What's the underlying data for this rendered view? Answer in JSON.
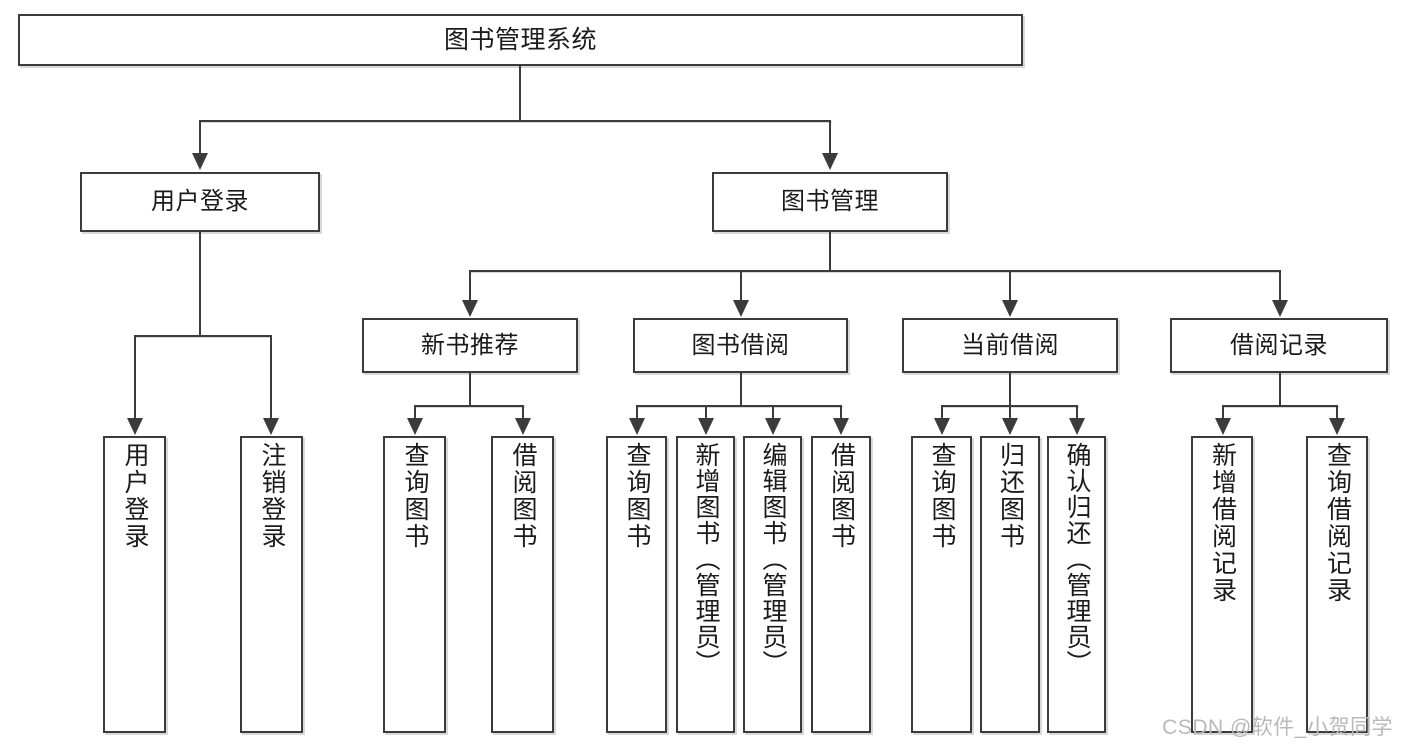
{
  "diagram": {
    "type": "tree",
    "title": "图书管理系统",
    "watermark": "CSDN @软件_小贺同学",
    "colors": {
      "border": "#3b3b3b",
      "fill": "#ffffff",
      "shadow": "#d8d8d8",
      "text": "#1b1b1b",
      "watermark": "#b9b9b9"
    },
    "root": {
      "label": "图书管理系统"
    },
    "level2": [
      {
        "label": "用户登录"
      },
      {
        "label": "图书管理"
      }
    ],
    "level3": [
      {
        "label": "新书推荐"
      },
      {
        "label": "图书借阅"
      },
      {
        "label": "当前借阅"
      },
      {
        "label": "借阅记录"
      }
    ],
    "leaves": {
      "user_login": [
        {
          "label": "用户登录"
        },
        {
          "label": "注销登录"
        }
      ],
      "new_book_recommend": [
        {
          "label": "查询图书"
        },
        {
          "label": "借阅图书"
        }
      ],
      "book_borrow": [
        {
          "label": "查询图书"
        },
        {
          "label": "新增图书（管理员）"
        },
        {
          "label": "编辑图书（管理员）"
        },
        {
          "label": "借阅图书"
        }
      ],
      "current_borrow": [
        {
          "label": "查询图书"
        },
        {
          "label": "归还图书"
        },
        {
          "label": "确认归还（管理员）"
        }
      ],
      "borrow_records": [
        {
          "label": "新增借阅记录"
        },
        {
          "label": "查询借阅记录"
        }
      ]
    }
  }
}
